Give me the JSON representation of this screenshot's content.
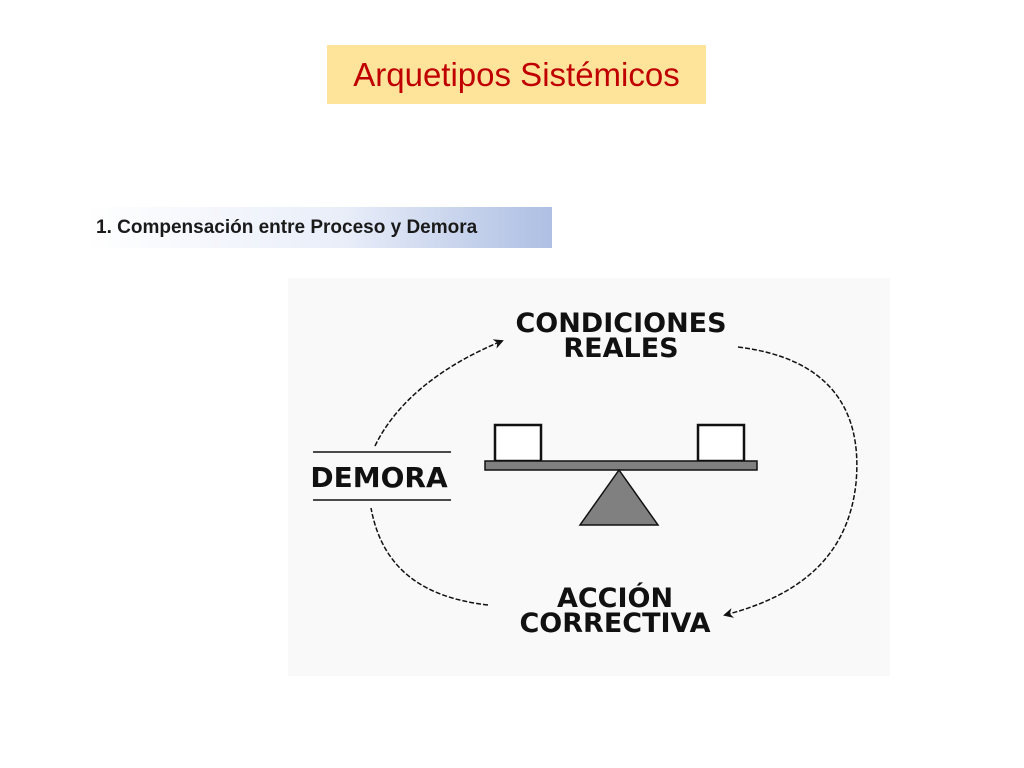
{
  "slide": {
    "title": "Arquetipos Sistémicos",
    "subtitle": "1. Compensación entre Proceso y Demora"
  },
  "diagram": {
    "nodes": {
      "top_line1": "CONDICIONES",
      "top_line2": "REALES",
      "bottom_line1": "ACCIÓN",
      "bottom_line2": "CORRECTIVA",
      "left": "DEMORA"
    }
  },
  "colors": {
    "title_bg": "#fde49a",
    "title_text": "#c00000",
    "subtitle_gradient_end": "#aebfe3",
    "fulcrum": "#808080"
  }
}
